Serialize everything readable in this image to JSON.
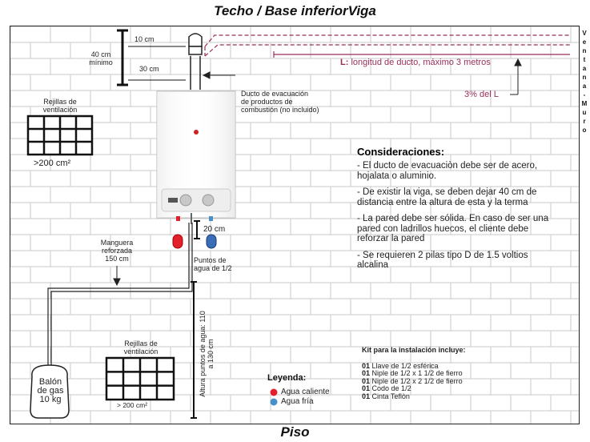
{
  "title_top": "Techo / Base inferiorViga",
  "title_bottom": "Piso",
  "wall_side_label": [
    "V",
    "e",
    "n",
    "t",
    "a",
    "n",
    "a",
    "-",
    "M",
    "u",
    "r",
    "o"
  ],
  "dim_10cm": "10 cm",
  "dim_40cm": "40 cm",
  "dim_minimo": "mínimo",
  "dim_30cm": "30 cm",
  "duct_length_prefix": "L:",
  "duct_length_text": " longitud de ducto, máximo 3 metros",
  "slope_label": "3% del L",
  "duct_note": [
    "Ducto de evacuación",
    "de productos de",
    "combustión (no incluido)"
  ],
  "vent_top_label": [
    "Rejillas de",
    "ventilación"
  ],
  "vent_top_area": ">200 cm²",
  "vent_bottom_label": [
    "Rejillas de",
    "ventilación"
  ],
  "vent_bottom_area": "> 200 cm²",
  "dim_20cm": "20 cm",
  "hose_label": [
    "Manguera",
    "reforzada",
    "150 cm"
  ],
  "water_points_label": [
    "Puntos de",
    "agua de 1/2"
  ],
  "height_label": [
    "Altura puntos de agua: 110",
    "a 130 cm"
  ],
  "gas_tank_label": [
    "Balón",
    "de gas",
    "10 kg"
  ],
  "considerations": {
    "title": "Consideraciones:",
    "items": [
      "- El ducto de evacuaciòn debe ser de acero, hojalata o aluminio.",
      "- De existir la viga, se deben dejar 40 cm de distancia entre la altura de esta y la terma",
      "- La pared debe ser sólida. En caso de ser una pared con ladrillos huecos, el cliente debe reforzar la pared",
      "- Se requieren 2 pilas tipo D de 1.5 voltios alcalina"
    ]
  },
  "legend": {
    "title": "Leyenda:",
    "hot": "Agua caliente",
    "cold": "Agua fría",
    "hot_color": "#e0202a",
    "cold_color": "#4a90c8"
  },
  "kit": {
    "title": "Kit para la instalación incluye:",
    "items": [
      {
        "qty": "01",
        "desc": "Llave de 1/2 esférica"
      },
      {
        "qty": "01",
        "desc": "Niple de 1/2 x 1 1/2 de fierro"
      },
      {
        "qty": "01",
        "desc": "Niple de 1/2 x 2 1/2 de fierro"
      },
      {
        "qty": "01",
        "desc": "Codo de 1/2"
      },
      {
        "qty": "01",
        "desc": "Cinta Teflòn"
      }
    ]
  },
  "colors": {
    "accent_duct": "#9b2c5a",
    "brick": "#c9c9c9",
    "line": "#222222"
  }
}
